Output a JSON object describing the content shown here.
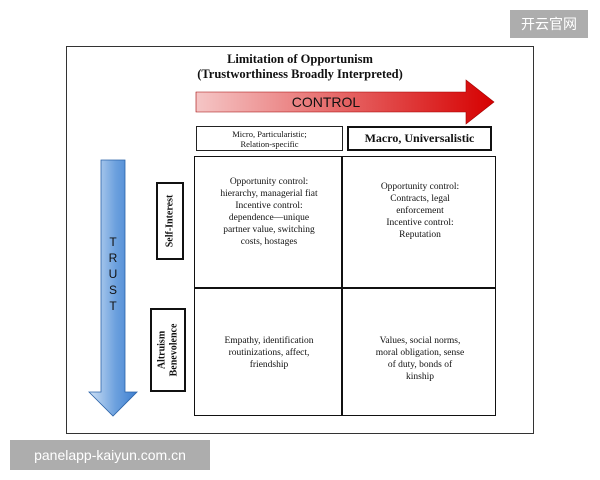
{
  "watermarks": {
    "top_right": "开云官网",
    "bottom_left": "panelapp-kaiyun.com.cn"
  },
  "title": {
    "line1": "Limitation of Opportunism",
    "line2": "(Trustworthiness Broadly Interpreted)"
  },
  "control": {
    "label": "CONTROL",
    "color_start": "#f5c6c6",
    "color_end": "#d60000"
  },
  "trust": {
    "letters": [
      "T",
      "R",
      "U",
      "S",
      "T"
    ],
    "color_light": "#cfe1f5",
    "color_dark": "#3e7fd0"
  },
  "columns": {
    "left": [
      "Micro, Particularistic;",
      "Relation-specific"
    ],
    "right": "Macro, Universalistic"
  },
  "rows": {
    "top": "Self-Interest",
    "bottom": [
      "Altruism",
      "Benevolence"
    ]
  },
  "cells": {
    "top_left": [
      "Opportunity control:",
      "hierarchy, managerial fiat",
      "Incentive control:",
      "dependence—unique",
      "partner value, switching",
      "costs, hostages"
    ],
    "top_right": [
      "Opportunity control:",
      "Contracts, legal",
      "enforcement",
      "Incentive control:",
      "Reputation"
    ],
    "bottom_left": [
      "Empathy, identification",
      "routinizations, affect,",
      "friendship"
    ],
    "bottom_right": [
      "Values, social norms,",
      "moral obligation, sense",
      "of duty, bonds of",
      "kinship"
    ]
  }
}
